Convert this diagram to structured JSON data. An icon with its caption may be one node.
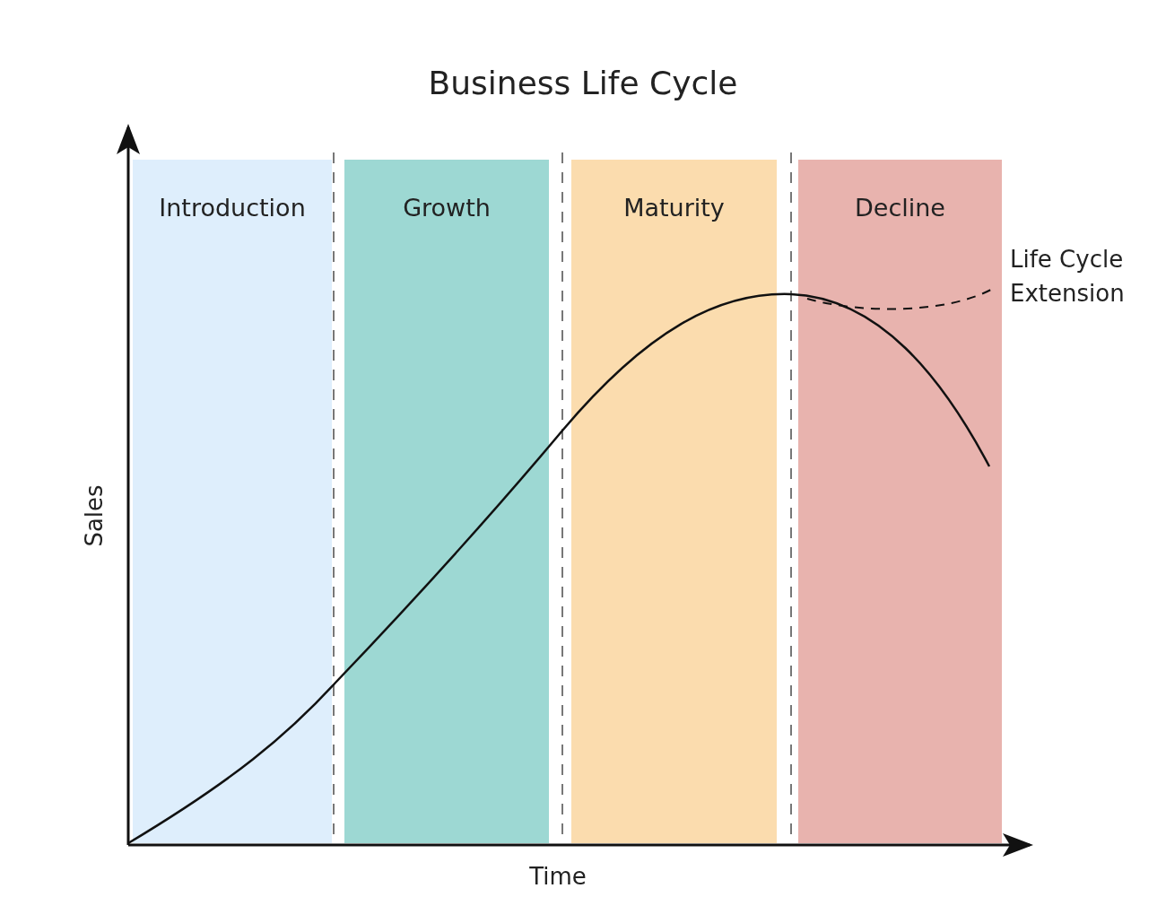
{
  "diagram": {
    "title": "Business Life Cycle",
    "nodes": [
      {
        "text": [
          "Introduction"
        ]
      },
      {
        "text": [
          "Growth"
        ]
      },
      {
        "text": [
          "Maturity"
        ]
      },
      {
        "text": [
          "Decline"
        ]
      }
    ],
    "labels": [
      "Life Cycle Extension",
      "Sales",
      "Time"
    ]
  }
}
